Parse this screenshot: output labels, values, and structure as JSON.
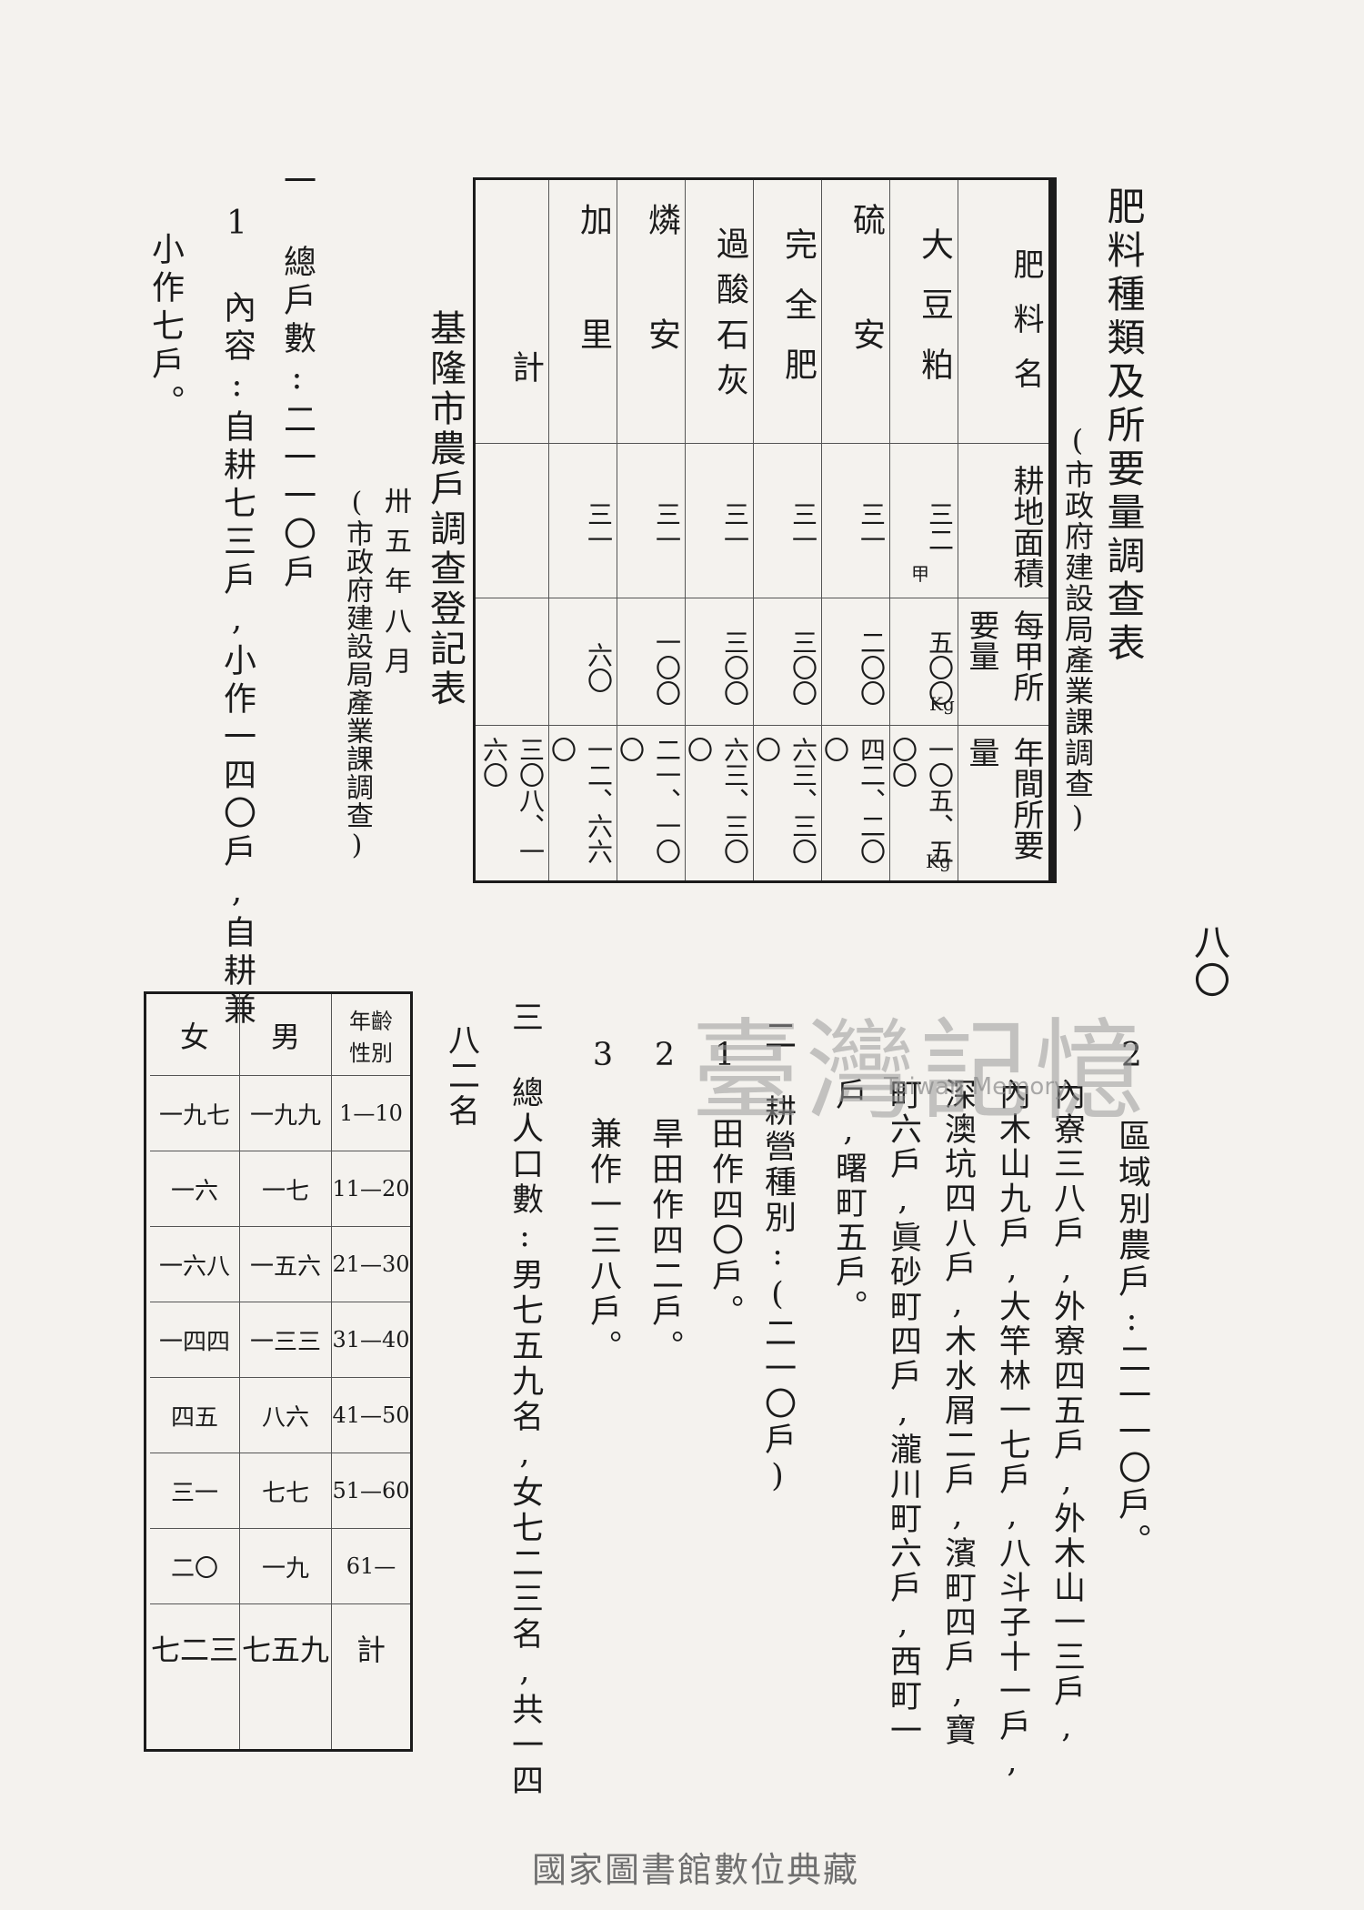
{
  "page_number": "八〇",
  "fertilizer": {
    "title": "肥料種類及所要量調查表",
    "source": "(市政府建設局產業課調查)",
    "headers": {
      "name": "肥料名",
      "area": "耕地面積",
      "per_jia": "每甲所要量",
      "annual": "年間所要量"
    },
    "units": {
      "area": "甲",
      "per_jia": "Kg",
      "annual": "Kg"
    },
    "rows": [
      {
        "name": "大豆粕",
        "area": "三二",
        "per_jia": "五〇〇",
        "annual": "一〇五、五〇〇"
      },
      {
        "name": "硫安",
        "area": "三一",
        "per_jia": "二〇〇",
        "annual": "四二、二〇〇"
      },
      {
        "name": "完全肥",
        "area": "三一",
        "per_jia": "三〇〇",
        "annual": "六三、三〇〇"
      },
      {
        "name": "過酸石灰",
        "area": "三一",
        "per_jia": "三〇〇",
        "annual": "六三、三〇〇"
      },
      {
        "name": "燐安",
        "area": "三一",
        "per_jia": "一〇〇",
        "annual": "二一、一〇〇"
      },
      {
        "name": "加里",
        "area": "三一",
        "per_jia": "六〇",
        "annual": "一二、六六〇"
      },
      {
        "name": "計",
        "area": "",
        "per_jia": "",
        "annual": "三〇八、一六〇"
      }
    ]
  },
  "farm_survey": {
    "title": "基隆市農戶調查登記表",
    "date": "卅五年八月",
    "source": "(市政府建設局產業課調查)"
  },
  "sections": {
    "s1": "一 總戶數:二一一〇戶",
    "s1_1": "1 內容:自耕七三戶,小作一四〇戶,自耕兼",
    "s1_1b": "小作七戶。",
    "s1_2": "2 區域別農戶:二一一〇戶。",
    "s1_2a": "內寮三八戶,外寮四五戶,外木山一三戶,",
    "s1_2b": "內木山九戶,大竿林一七戶,八斗子十一戶,",
    "s1_2c": "深澳坑四八戶,木水屑二戶,濱町四戶,寶",
    "s1_2d": "町六戶,眞砂町四戶,瀧川町六戶,西町一",
    "s1_2e": "戶,曙町五戶。",
    "s2": "二 耕營種別:(二一〇戶)",
    "s2_1": "1 田作四〇戶。",
    "s2_2": "2 旱田作四二戶。",
    "s2_3": "3 兼作一三八戶。",
    "s3": "三 總人口數:男七五九名,女七二三名,共一四",
    "s3b": "八二名"
  },
  "age_table": {
    "corner": {
      "age": "年齡",
      "sex": "性別"
    },
    "age_groups": [
      "1—10",
      "11—20",
      "21—30",
      "31—40",
      "41—50",
      "51—60",
      "61—"
    ],
    "total_label": "計",
    "rows": [
      {
        "sex": "男",
        "values": [
          "一九九",
          "一七",
          "一五六",
          "一三三",
          "八六",
          "七七",
          "一九"
        ],
        "total": "七五九"
      },
      {
        "sex": "女",
        "values": [
          "一九七",
          "一六",
          "一六八",
          "一四四",
          "四五",
          "三一",
          "二〇"
        ],
        "total": "七二三"
      }
    ]
  },
  "watermark": {
    "main": "臺灣記憶",
    "sub": "Taiwan Memory"
  },
  "footer": "國家圖書館數位典藏"
}
